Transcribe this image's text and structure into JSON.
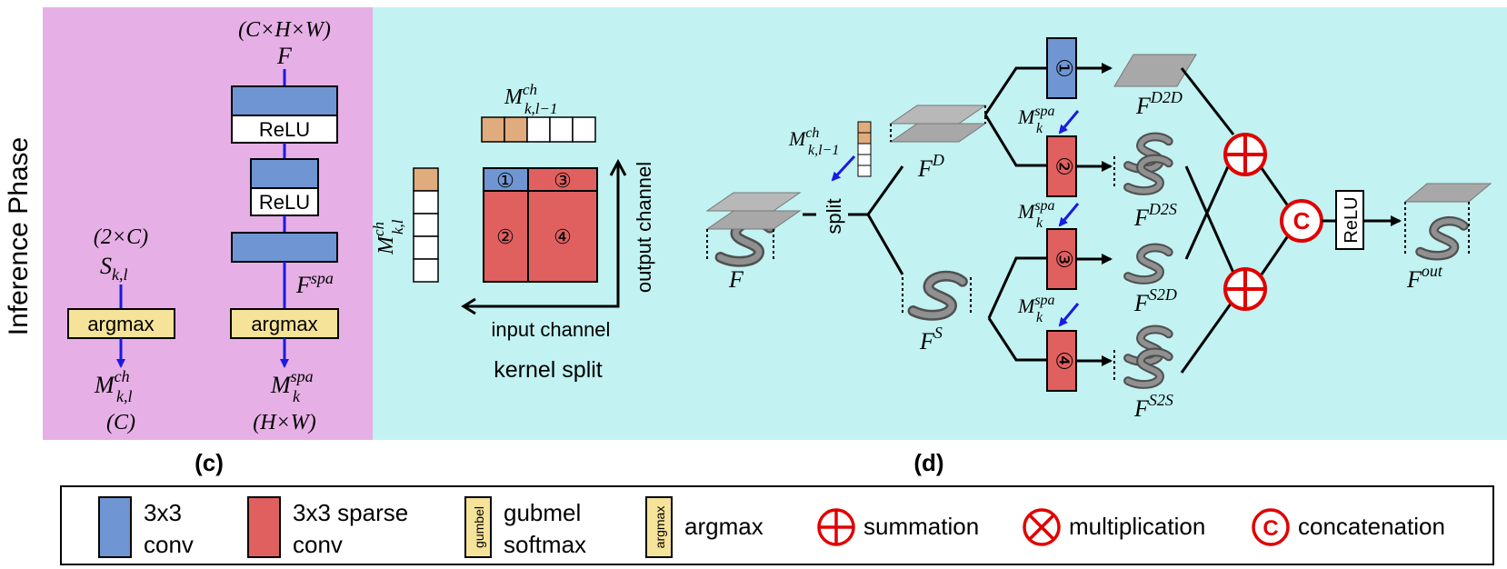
{
  "side_label": "Inference Phase",
  "colors": {
    "panel_c_bg": "#e6b0e6",
    "panel_d_bg": "#c2f2f2",
    "conv_blue": "#6f95d2",
    "sparse_red": "#e06060",
    "argmax_yellow": "#f6e39a",
    "mask_orange": "#e0ac7e",
    "arrow_blue": "#1a1ae0",
    "op_red": "#e00000",
    "feature_gray": "#a8a8a8"
  },
  "panel_c": {
    "caption": "(c)",
    "left_branch": {
      "in_dim": "(2×C)",
      "in_var": "S",
      "in_sub": "k,l",
      "block_label": "argmax",
      "out_var": "M",
      "out_sup": "ch",
      "out_sub": "k,l",
      "out_dim": "(C)"
    },
    "right_branch": {
      "in_dim": "(C×H×W)",
      "in_var": "F",
      "relu1": "ReLU",
      "relu2": "ReLU",
      "fspa_var": "F",
      "fspa_sup": "spa",
      "block_label": "argmax",
      "out_var": "M",
      "out_sup": "spa",
      "out_sub": "k",
      "out_dim": "(H×W)"
    }
  },
  "panel_d": {
    "caption": "(d)",
    "kernel_split": {
      "top_mask_var": "M",
      "top_mask_sup": "ch",
      "top_mask_sub": "k,l−1",
      "side_mask_var": "M",
      "side_mask_sup": "ch",
      "side_mask_sub": "k,l",
      "q1": "①",
      "q2": "②",
      "q3": "③",
      "q4": "④",
      "x_axis": "input channel",
      "y_axis": "output channel",
      "title": "kernel split"
    },
    "flow": {
      "mask_var": "M",
      "mask_sup": "ch",
      "mask_sub": "k,l−1",
      "split_label": "split",
      "f_var": "F",
      "fd_var": "F",
      "fd_sup": "D",
      "fs_var": "F",
      "fs_sup": "S",
      "spa_var": "M",
      "spa_sup": "spa",
      "spa_sub": "k",
      "box1": "①",
      "box2": "②",
      "box3": "③",
      "box4": "④",
      "fd2d_var": "F",
      "fd2d_sup": "D2D",
      "fd2s_var": "F",
      "fd2s_sup": "D2S",
      "fs2d_var": "F",
      "fs2d_sup": "S2D",
      "fs2s_var": "F",
      "fs2s_sup": "S2S",
      "concat_symbol": "C",
      "relu": "ReLU",
      "fout_var": "F",
      "fout_sup": "out"
    }
  },
  "legend": {
    "conv_line1": "3x3",
    "conv_line2": "conv",
    "sparse_line1": "3x3 sparse",
    "sparse_line2": "conv",
    "gumbel_tag": "gumbel",
    "gumbel_line1": "gubmel",
    "gumbel_line2": "softmax",
    "argmax_tag": "argmax",
    "argmax_label": "argmax",
    "sum_label": "summation",
    "mult_label": "multiplication",
    "concat_symbol": "C",
    "concat_label": "concatenation"
  }
}
